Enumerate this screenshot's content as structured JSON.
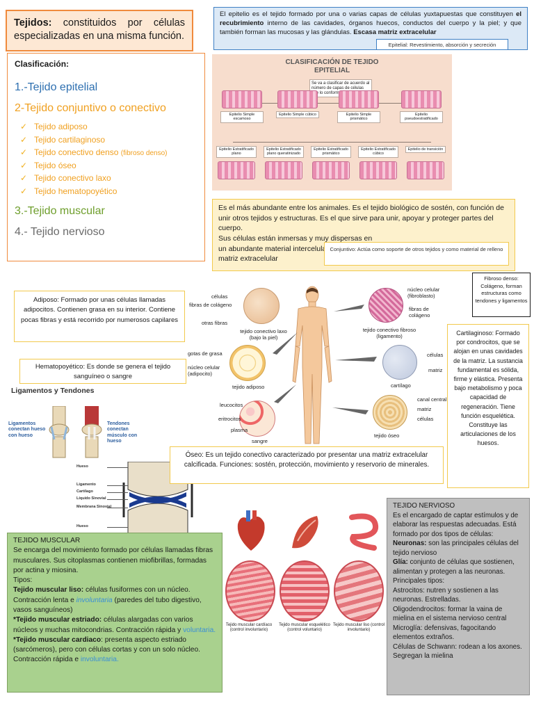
{
  "intro": {
    "term": "Tejidos:",
    "text": " constituidos por células especializadas en una misma función."
  },
  "clasificacion": {
    "title": "Clasificación:",
    "epitelial": "1.-Tejido epitelial",
    "conjuntivo": "2-Tejido conjuntivo o conectivo",
    "subtypes": [
      {
        "name": "Tejido adiposo",
        "note": ""
      },
      {
        "name": "Tejido cartilaginoso",
        "note": ""
      },
      {
        "name": "Tejido conectivo denso",
        "note": "(fibroso denso)"
      },
      {
        "name": "Tejido óseo",
        "note": ""
      },
      {
        "name": "Tejido conectivo laxo",
        "note": ""
      },
      {
        "name": "Tejido hematopoyético",
        "note": ""
      }
    ],
    "muscular": "3.-Tejido muscular",
    "nervioso": "4.- Tejido nervioso"
  },
  "epitelio": {
    "p1": "El epitelio es el tejido formado por una o varias capas de células yuxtapuestas que constituyen ",
    "b1": "el recubrimiento",
    "p2": " interno de las cavidades, órganos huecos, conductos del cuerpo y la piel; y que también forman las mucosas y las glándulas. ",
    "b2": "Escasa matriz extracelular",
    "note": "Epitelial: Revestimiento, absorción y secreción"
  },
  "figure_epitelial": {
    "title_line1": "CLASIFICACIÓN DE TEJIDO",
    "title_line2": "EPITELIAL",
    "caption": "Se va a clasificar de acuerdo al número de capas de células que lo conforman.",
    "row1": [
      "Epitelio Simple escamoso",
      "Epitelio Simple cúbico",
      "Epitelio Simple prismático",
      "Epitelio pseudoestratificado"
    ],
    "row2": [
      "Epitelio Estratificado plano",
      "Epitelio Estratificado plano queratinizado",
      "Epitelio Estratificado prismático",
      "Epitelio Estratificado cúbico",
      "Epitelio de transición"
    ]
  },
  "conjuntivo": {
    "p1": "Es el más abundante entre los animales. Es el tejido biológico de sostén, con función de unir otros tejidos y estructuras. Es el que sirve para unir, apoyar y proteger partes del cuerpo.",
    "p2": "Sus células están inmersas y muy dispersas en un abundante material intercelular, llamado la matriz extracelular",
    "note": "Conjuntivo: Actúa como soporte de otros tejidos y como material de relleno"
  },
  "fibroso": "Fibroso denso: Colágeno, forman estructuras como tendones y ligamentos",
  "adiposo": "Adiposo: Formado por unas células llamadas adipocitos. Contienen grasa en su interior. Contiene pocas fibras y está recorrido por numerosos capilares",
  "hematopoyetico": "Hematopoyético: Es donde se genera el tejido sanguíneo o sangre",
  "cartilaginoso": "Cartilaginoso: Formado por condrocitos, que se alojan en unas cavidades de la matriz. La sustancia fundamental es sólida, firme y elástica. Presenta bajo metabolismo y poca capacidad de regeneración. Tiene función esquelética. Constituye las articulaciones de los huesos.",
  "oseo": "Óseo: Es un tejido conectivo caracterizado por presentar una matriz extracelular calcificada. Funciones: sostén, protección, movimiento y reservorio de minerales.",
  "body_figure": {
    "laxo": {
      "labels": [
        "células",
        "fibras de colágeno",
        "otras fibras"
      ],
      "caption": "tejido conectivo laxo (bajo la piel)"
    },
    "fibroso": {
      "labels": [
        "núcleo celular (fibroblasto)",
        "fibras de colágeno"
      ],
      "caption": "tejido conectivo fibroso (ligamento)"
    },
    "adiposo": {
      "labels": [
        "gotas de grasa",
        "núcleo celular (adipocito)"
      ],
      "caption": "tejido adiposo"
    },
    "cartilago": {
      "labels": [
        "células",
        "matriz"
      ],
      "caption": "cartílago"
    },
    "sangre": {
      "labels": [
        "leucocitos",
        "eritrocitos",
        "plasma"
      ],
      "caption": "sangre"
    },
    "oseo": {
      "labels": [
        "canal central",
        "matriz",
        "células"
      ],
      "caption": "tejido óseo"
    }
  },
  "ligamentos": {
    "title": "Ligamentos y Tendones",
    "left_label": "Ligamentos conectan hueso con hueso",
    "right_label": "Tendones conectan músculo con hueso"
  },
  "joint_labels": [
    "Hueso",
    "Ligamento",
    "Cartílago",
    "Líquido Sinovial",
    "Membrana Sinovial",
    "Hueso"
  ],
  "muscular": {
    "title": "TEJIDO MUSCULAR",
    "intro": "Se encarga del movimiento formado por células llamadas fibras musculares. Sus citoplasmas contienen miofibrillas, formadas por actina y miosina.",
    "tipos": "Tipos:",
    "liso_b": "Tejido muscular liso:",
    "liso_t1": " células fusiformes con un núcleo. Contracción lenta e ",
    "liso_i": "involuntaria",
    "liso_t2": " (paredes del tubo digestivo, vasos sanguíneos)",
    "estriado_b": "*Tejido muscular estriado:",
    "estriado_t": " células alargadas con varios núcleos y muchas mitocondrias. Contracción rápida y ",
    "estriado_i": "voluntaria.",
    "cardiaco_b": "*Tejido muscular cardiaco",
    "cardiaco_t": ": presenta aspecto estriado (sarcómeros), pero con células cortas y con un solo núcleo. Contracción rápida e ",
    "cardiaco_i": "involuntaria."
  },
  "muscle_figure": {
    "captions": [
      "Tejido muscular cardíaco (control involuntario)",
      "Tejido muscular esquelético (control voluntario)",
      "Tejido muscular liso (control involuntario)"
    ]
  },
  "nervioso": {
    "title": "TEJIDO NERVIOSO",
    "intro": "Es el encargado de captar estímulos y de elaborar las respuestas adecuadas. Está formado por dos tipos de células:",
    "neuronas_b": "Neuronas:",
    "neuronas_t": " son las principales células del tejido nervioso",
    "glia_b": "Glía:",
    "glia_t": " conjunto de células que sostienen, alimentan y protegen a las neuronas.",
    "tipos": "Principales tipos:",
    "astro": "Astrocitos: nutren y sostienen a las neuronas. Estrelladas.",
    "oligo": "Oligodendrocitos: formar la vaina de mielina en el sistema nervioso central",
    "micro": "Microglía: defensivas, fagocitando elementos extraños.",
    "schwann": "Células de Schwann: rodean a los axones. Segregan la mielina"
  },
  "colors": {
    "blue_border": "#3d7fc4",
    "orange_border": "#f08a3c",
    "yellow_border": "#f2c94c",
    "green_bg": "#a9d18e",
    "gray_bg": "#bfbfbf"
  }
}
